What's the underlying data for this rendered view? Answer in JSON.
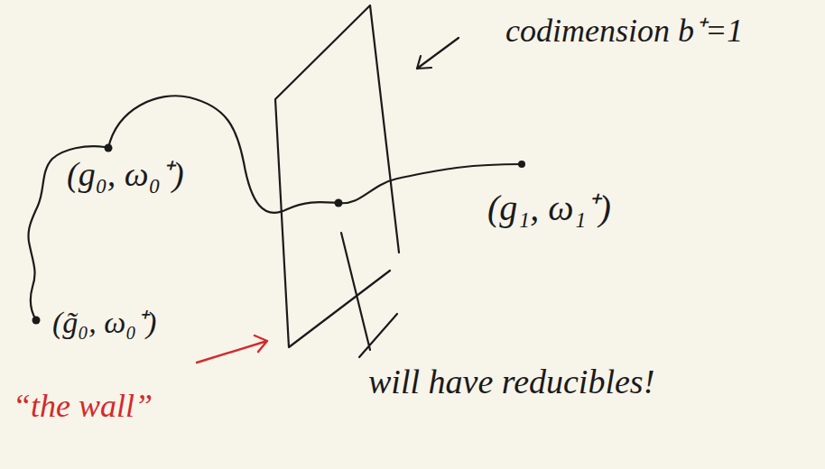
{
  "diagram": {
    "labels": [
      "codimension b⁺=1",
      "(g₀, ω₀⁺)",
      "(g₁, ω₁⁺)",
      "(g̃₀, ω₀⁺)",
      "will have reducibles!",
      "“the wall”"
    ]
  }
}
